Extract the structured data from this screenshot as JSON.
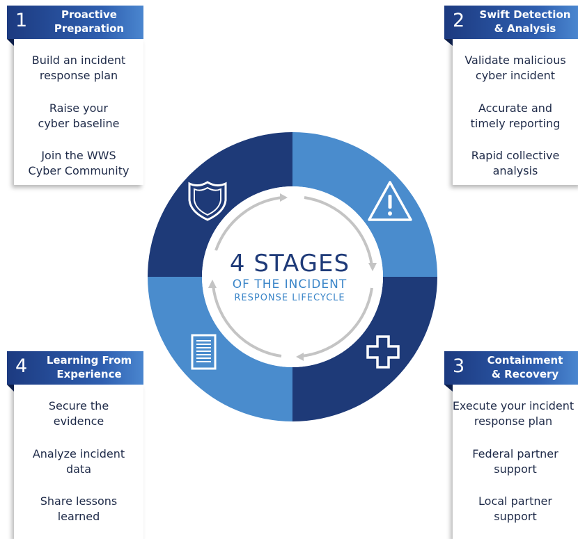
{
  "center": {
    "line1": "4 STAGES",
    "line2": "OF THE INCIDENT",
    "line3": "RESPONSE LIFECYCLE"
  },
  "stages": [
    {
      "number": "1",
      "title": "Proactive\nPreparation",
      "items": [
        "Build an incident\nresponse plan",
        "Raise your\ncyber baseline",
        "Join the WWS\nCyber Community"
      ],
      "icon": "shield-icon"
    },
    {
      "number": "2",
      "title": "Swift Detection\n& Analysis",
      "items": [
        "Validate malicious\ncyber incident",
        "Accurate and\ntimely reporting",
        "Rapid collective\nanalysis"
      ],
      "icon": "warning-icon"
    },
    {
      "number": "3",
      "title": "Containment\n& Recovery",
      "items": [
        "Execute your incident\nresponse plan",
        "Federal partner\nsupport",
        "Local partner\nsupport"
      ],
      "icon": "plus-icon"
    },
    {
      "number": "4",
      "title": "Learning From\nExperience",
      "items": [
        "Secure the\nevidence",
        "Analyze incident\ndata",
        "Share lessons\nlearned"
      ],
      "icon": "document-icon"
    }
  ],
  "colors": {
    "dark_blue": "#1e3a78",
    "light_blue": "#4a8ccd",
    "arrow_gray": "#c4c4c4"
  }
}
